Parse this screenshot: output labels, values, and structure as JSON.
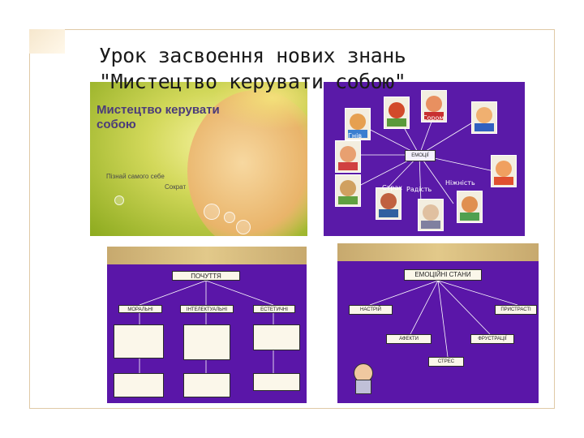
{
  "slide": {
    "title_line1": "Урок засвоення нових знань",
    "title_line2": "\"Мистецтво керувати собою\""
  },
  "panel1": {
    "heading": "Мистецтво керувати собою",
    "quote": "Пізнай самого себе",
    "author": "Сократ"
  },
  "panel2": {
    "center_label": "ЕМОЦІЇ",
    "tags": [
      "Сором",
      "Гнів",
      "Радість",
      "Страх",
      "Ніжність"
    ]
  },
  "panel3": {
    "title": "ПОЧУТТЯ",
    "columns": [
      "МОРАЛЬНІ",
      "ІНТЕЛЕКТУАЛЬНІ",
      "ЕСТЕТИЧНІ"
    ]
  },
  "panel4": {
    "title": "ЕМОЦІЙНІ СТАНИ",
    "states": [
      "НАСТРІЙ",
      "ПРИСТРАСТІ",
      "АФЕКТИ",
      "ФРУСТРАЦІЇ",
      "СТРЕС"
    ]
  }
}
